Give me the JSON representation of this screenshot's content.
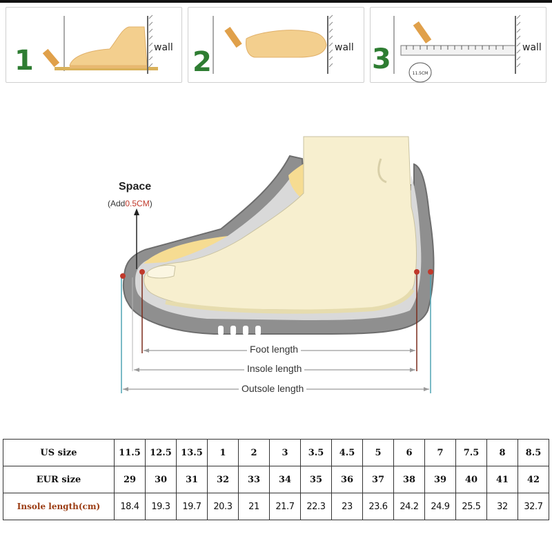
{
  "steps": [
    {
      "number": "1",
      "wall_label": "wall"
    },
    {
      "number": "2",
      "wall_label": "wall"
    },
    {
      "number": "3",
      "wall_label": "wall",
      "ruler_reading": "11.5CM"
    }
  ],
  "diagram": {
    "space_title": "Space",
    "space_add_prefix": "(Add",
    "space_add_value": "0.5CM",
    "space_add_suffix": ")",
    "foot_length_label": "Foot length",
    "insole_length_label": "Insole length",
    "outsole_length_label": "Outsole length"
  },
  "colors": {
    "step_number_green": "#2e7d32",
    "foot_fill": "#f7efcf",
    "foot_skin": "#f3cf8e",
    "sole_gray": "#8f8f8f",
    "insole_yellow": "#f6dc92",
    "marker_red": "#c0392b",
    "guide_teal": "#4fa3b3",
    "insole_label_brown": "#9a3b12"
  },
  "size_table": {
    "rows": [
      {
        "header": "US size",
        "values": [
          "11.5",
          "12.5",
          "13.5",
          "1",
          "2",
          "3",
          "3.5",
          "4.5",
          "5",
          "6",
          "7",
          "7.5",
          "8",
          "8.5"
        ]
      },
      {
        "header": "EUR size",
        "values": [
          "29",
          "30",
          "31",
          "32",
          "33",
          "34",
          "35",
          "36",
          "37",
          "38",
          "39",
          "40",
          "41",
          "42"
        ]
      },
      {
        "header": "Insole length(cm)",
        "values": [
          "18.4",
          "19.3",
          "19.7",
          "20.3",
          "21",
          "21.7",
          "22.3",
          "23",
          "23.6",
          "24.2",
          "24.9",
          "25.5",
          "32",
          "32.7"
        ]
      }
    ]
  }
}
